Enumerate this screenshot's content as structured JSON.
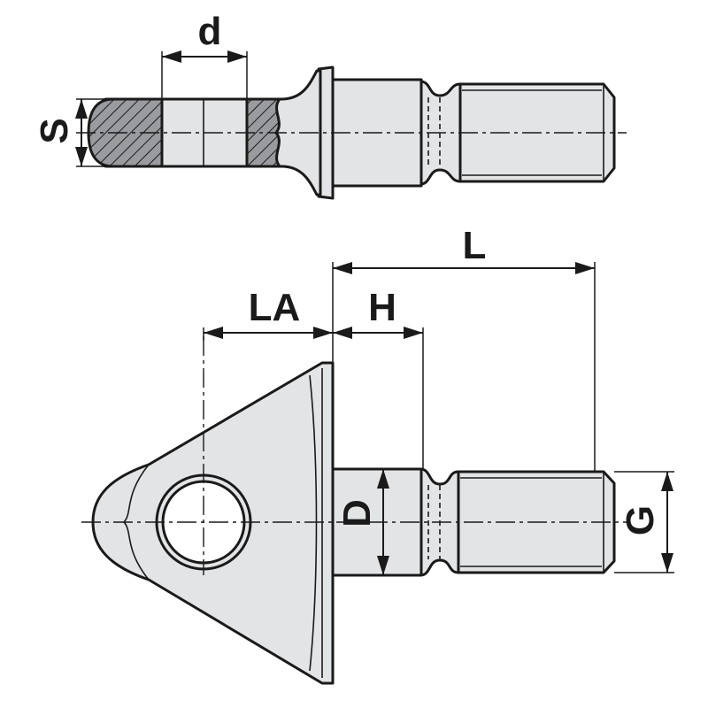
{
  "colors": {
    "part_fill": "#e3e4e6",
    "section_fill": "#9a9b9e",
    "line": "#1a1a1a",
    "background": "#ffffff"
  },
  "labels": {
    "d": "d",
    "S": "S",
    "L": "L",
    "LA": "LA",
    "H": "H",
    "D": "D",
    "G": "G"
  }
}
